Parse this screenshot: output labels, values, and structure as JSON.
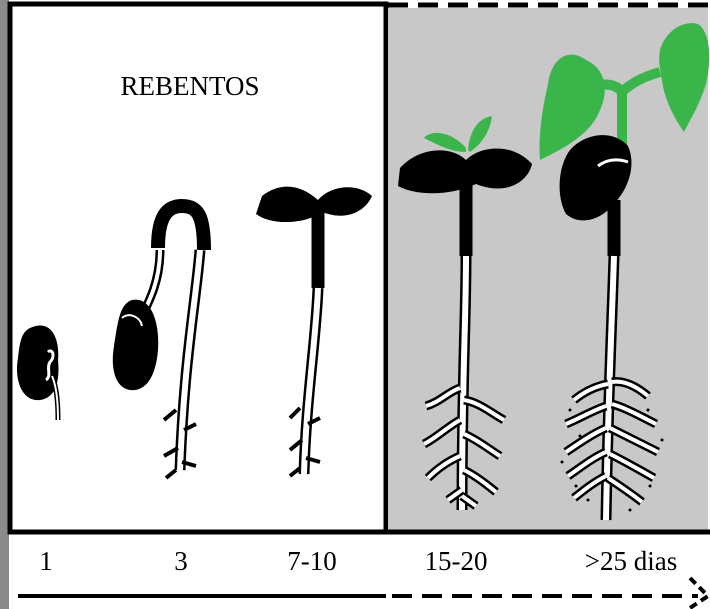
{
  "title": "REBENTOS",
  "stages": [
    {
      "label": "1"
    },
    {
      "label": "3"
    },
    {
      "label": "7-10"
    },
    {
      "label": "15-20"
    },
    {
      "label": ">25 dias"
    }
  ],
  "colors": {
    "white_panel": "#ffffff",
    "gray_panel": "#c8c8c8",
    "left_edge_bar": "#8a8a8a",
    "seedling": "#000000",
    "leaf_green": "#39b54a"
  }
}
